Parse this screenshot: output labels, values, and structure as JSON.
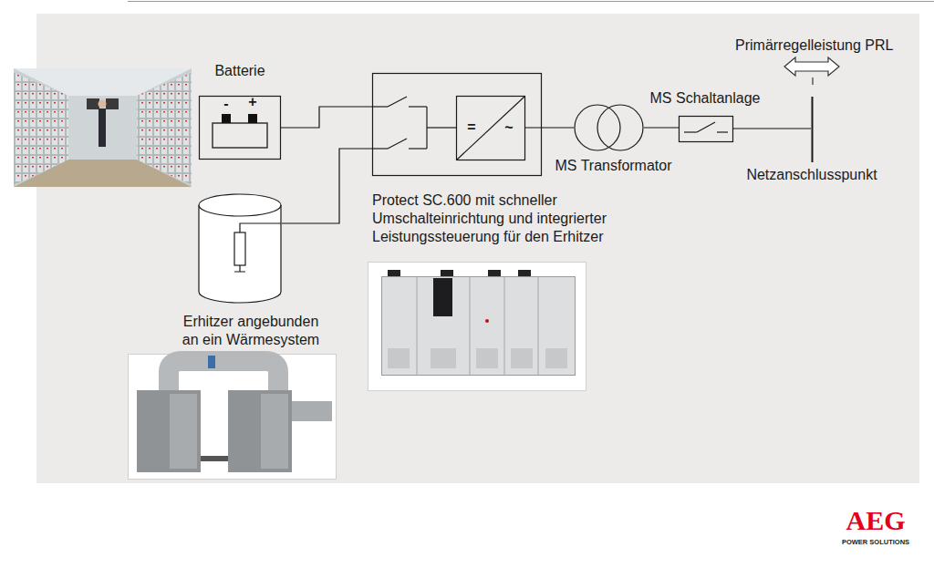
{
  "diagram": {
    "nodes": [
      {
        "text": [
          "Batterie"
        ]
      },
      {
        "text": [
          "Protect SC.600 mit schneller Umschalteinrichtung und integrierter Leistungssteuerung für den Erhitzer"
        ]
      },
      {
        "text": [
          "=",
          "~"
        ],
        "in": 1
      },
      {
        "text": [
          "MS Transformator"
        ]
      },
      {
        "text": [
          "MS Schaltanlage"
        ]
      },
      {
        "text": [
          "Netzanschlusspunkt"
        ]
      },
      {
        "text": [
          "Erhitzer angebunden an ein Wärmesystem"
        ]
      }
    ],
    "edges": [
      {
        "from": 0,
        "to": 1,
        "arrow": "none"
      },
      {
        "from": 6,
        "to": 1,
        "arrow": "none"
      },
      {
        "from": 2,
        "to": 3,
        "arrow": "none"
      },
      {
        "from": 3,
        "to": 4,
        "arrow": "none"
      },
      {
        "from": 4,
        "to": 5,
        "arrow": "none"
      }
    ],
    "labels": [
      "-",
      "+",
      "Primärregelleistung PRL",
      "AEG",
      "POWER SOLUTIONS"
    ]
  }
}
